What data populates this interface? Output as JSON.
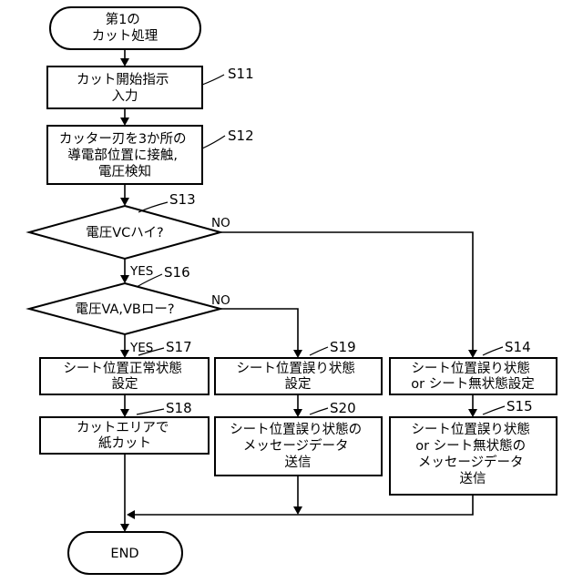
{
  "nodes": {
    "start": [
      "第1の",
      "カット処理"
    ],
    "s11": [
      "カット開始指示",
      "入力"
    ],
    "s12": [
      "カッター刃を3か所の",
      "導電部位置に接触,",
      "電圧検知"
    ],
    "s13": [
      "電圧VCハイ?"
    ],
    "s16": [
      "電圧VA,VBロー?"
    ],
    "s17": [
      "シート位置正常状態",
      "設定"
    ],
    "s18": [
      "カットエリアで",
      "紙カット"
    ],
    "s19": [
      "シート位置誤り状態",
      "設定"
    ],
    "s20": [
      "シート位置誤り状態の",
      "メッセージデータ",
      "送信"
    ],
    "s14": [
      "シート位置誤り状態",
      "or シート無状態設定"
    ],
    "s15": [
      "シート位置誤り状態",
      "or シート無状態の",
      "メッセージデータ",
      "送信"
    ],
    "end": [
      "END"
    ]
  },
  "steps": {
    "s11": "S11",
    "s12": "S12",
    "s13": "S13",
    "s16": "S16",
    "s17": "S17",
    "s18": "S18",
    "s19": "S19",
    "s20": "S20",
    "s14": "S14",
    "s15": "S15"
  },
  "branches": {
    "s13_no": "NO",
    "s13_yes": "YES",
    "s16_no": "NO",
    "s16_yes": "YES"
  }
}
